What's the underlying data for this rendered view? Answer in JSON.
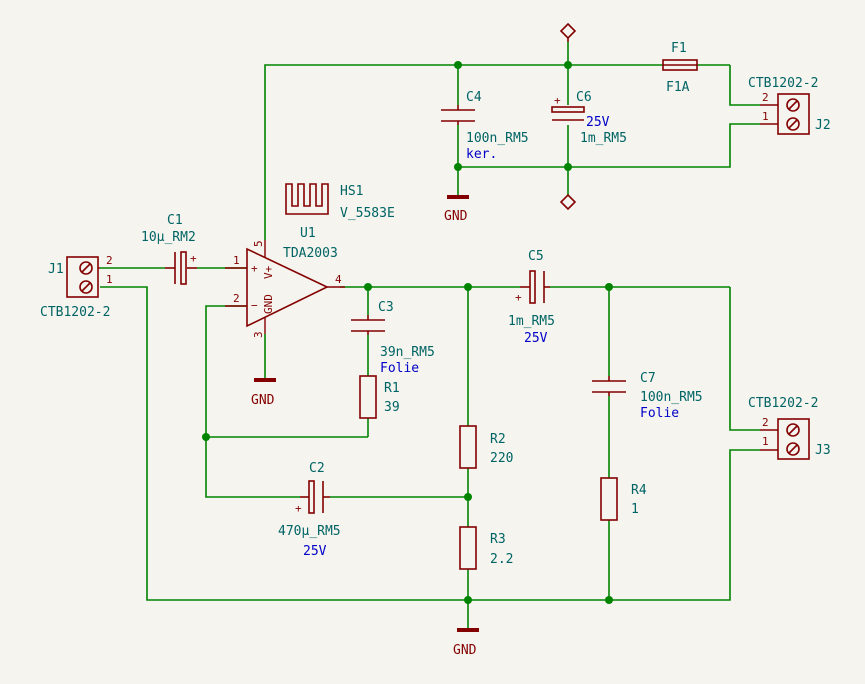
{
  "components": {
    "J1": {
      "ref": "J1",
      "value": "CTB1202-2",
      "pin1": "1",
      "pin2": "2"
    },
    "J2": {
      "ref": "J2",
      "value": "CTB1202-2",
      "pin1": "1",
      "pin2": "2"
    },
    "J3": {
      "ref": "J3",
      "value": "CTB1202-2",
      "pin1": "1",
      "pin2": "2"
    },
    "C1": {
      "ref": "C1",
      "value": "10µ_RM2"
    },
    "C2": {
      "ref": "C2",
      "value": "470µ_RM5",
      "note": "25V"
    },
    "C3": {
      "ref": "C3",
      "value": "39n_RM5",
      "note": "Folie"
    },
    "C4": {
      "ref": "C4",
      "value": "100n_RM5",
      "note": "ker."
    },
    "C5": {
      "ref": "C5",
      "value": "1m_RM5",
      "note": "25V"
    },
    "C6": {
      "ref": "C6",
      "value": "1m_RM5",
      "note": "25V"
    },
    "C7": {
      "ref": "C7",
      "value": "100n_RM5",
      "note": "Folie"
    },
    "R1": {
      "ref": "R1",
      "value": "39"
    },
    "R2": {
      "ref": "R2",
      "value": "220"
    },
    "R3": {
      "ref": "R3",
      "value": "2.2"
    },
    "R4": {
      "ref": "R4",
      "value": "1"
    },
    "F1": {
      "ref": "F1",
      "value": "F1A"
    },
    "HS1": {
      "ref": "HS1",
      "value": "V_5583E"
    },
    "U1": {
      "ref": "U1",
      "value": "TDA2003",
      "pin1": "1",
      "pin2": "2",
      "pin3": "3",
      "pin4": "4",
      "pin5": "5",
      "plus": "+",
      "minus": "−",
      "gnd_label": "GND",
      "vplus_label": "V+"
    }
  },
  "polarity_mark": "+",
  "gnd_labels": {
    "a": "GND",
    "b": "GND",
    "c": "GND"
  },
  "colors": {
    "wire": "#008400",
    "component": "#840000",
    "text": "#006464",
    "note": "#0000c8",
    "background": "#f5f4ef"
  }
}
